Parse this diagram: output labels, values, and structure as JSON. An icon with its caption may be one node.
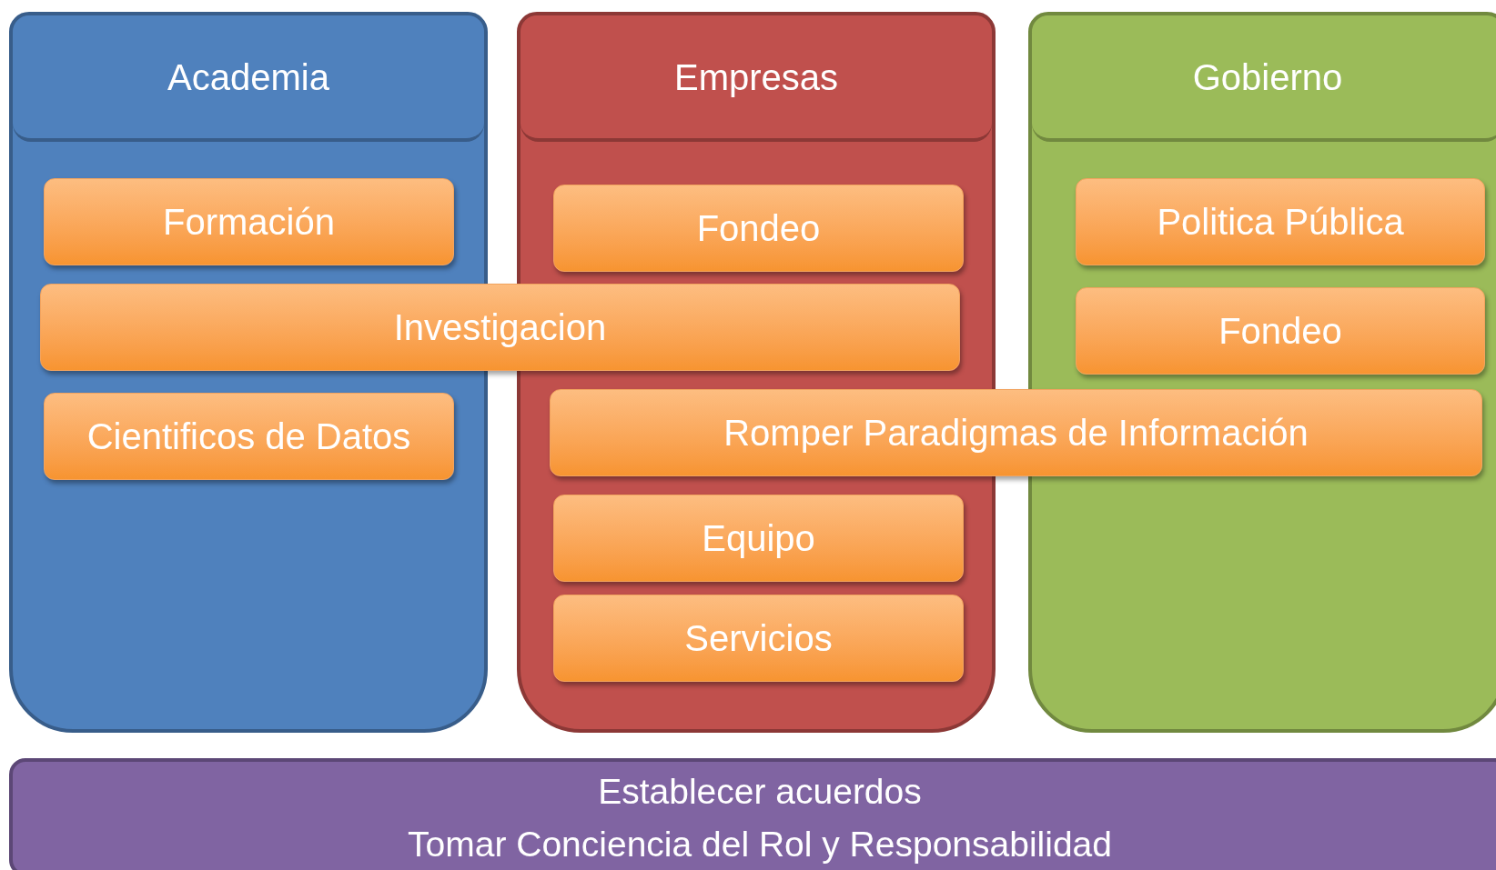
{
  "diagram": {
    "nodes": [
      {
        "text": [
          "Academia"
        ]
      },
      {
        "text": [
          "Empresas"
        ]
      },
      {
        "text": [
          "Gobierno"
        ]
      },
      {
        "text": [
          "Formación"
        ],
        "in": 0
      },
      {
        "text": [
          "Fondeo"
        ],
        "in": 1
      },
      {
        "text": [
          "Politica Pública"
        ],
        "in": 2
      },
      {
        "text": [
          "Investigacion"
        ]
      },
      {
        "text": [
          "Fondeo"
        ],
        "in": 2
      },
      {
        "text": [
          "Cientificos de Datos"
        ],
        "in": 0
      },
      {
        "text": [
          "Romper Paradigmas de Información"
        ]
      },
      {
        "text": [
          "Equipo"
        ],
        "in": 1
      },
      {
        "text": [
          "Servicios"
        ],
        "in": 1
      },
      {
        "text": [
          "Establecer acuerdos",
          "Tomar Conciencia del Rol y Responsabilidad"
        ]
      }
    ]
  }
}
